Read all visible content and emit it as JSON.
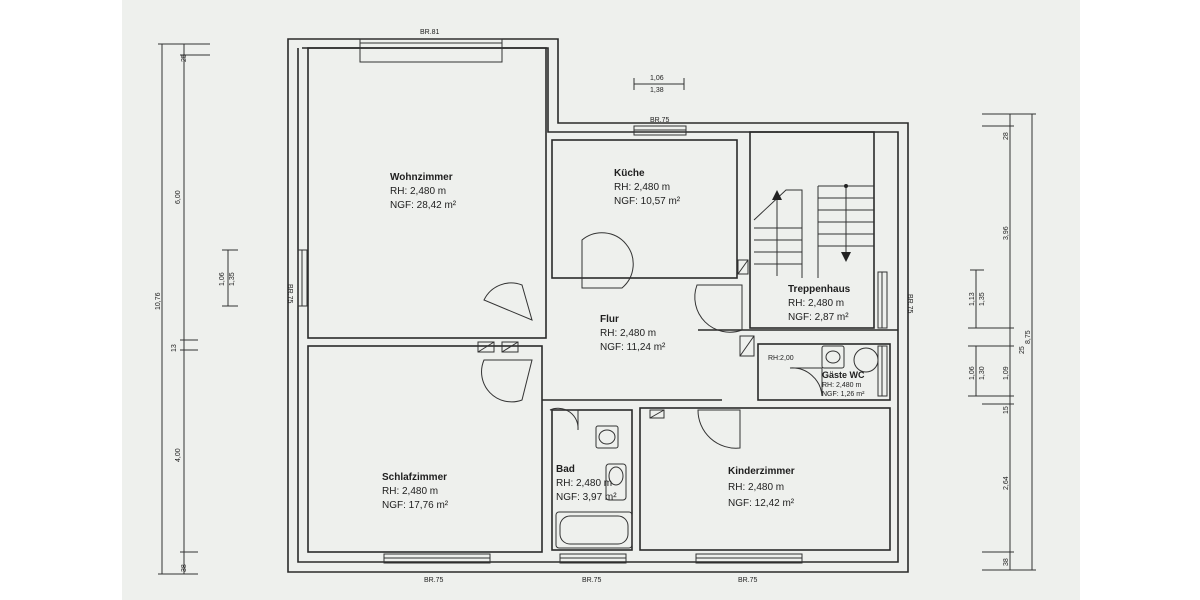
{
  "rooms": {
    "wohnzimmer": {
      "name": "Wohnzimmer",
      "rh": "RH:  2,480 m",
      "ngf": "NGF: 28,42 m²"
    },
    "kueche": {
      "name": "Küche",
      "rh": "RH:  2,480 m",
      "ngf": "NGF: 10,57 m²"
    },
    "treppenhaus": {
      "name": "Treppenhaus",
      "rh": "RH:  2,480 m",
      "ngf": "NGF:  2,87 m²"
    },
    "flur": {
      "name": "Flur",
      "rh": "RH:  2,480 m",
      "ngf": "NGF: 11,24 m²"
    },
    "gaeste_wc": {
      "name": "Gäste WC",
      "rh": "RH:  2,480 m",
      "ngf": "NGF:  1,26 m²",
      "rh_window": "RH:2,00"
    },
    "schlafzimmer": {
      "name": "Schlafzimmer",
      "rh": "RH:  2,480 m",
      "ngf": "NGF: 17,76 m²"
    },
    "bad": {
      "name": "Bad",
      "rh": "RH:  2,480 m",
      "ngf": "NGF: 3,97 m²"
    },
    "kinderzimmer": {
      "name": "Kinderzimmer",
      "rh": "RH:  2,480 m",
      "ngf": "NGF: 12,42 m²"
    }
  },
  "windows": {
    "top_wohnzimmer": "BR.81",
    "top_kueche": "BR.75",
    "left_wohnzimmer": "BR.75",
    "right_treppenhaus": "BR.75",
    "bottom_schlafzimmer": "BR.75",
    "bottom_bad": "BR.75",
    "bottom_kinderzimmer": "BR.75"
  },
  "dimensions": {
    "left_total": "10,76",
    "left_upper": "6,00",
    "left_lower": "4,00",
    "left_top_small": "25",
    "left_mid_small": "13",
    "left_bottom_small": "38",
    "left_window": "1,06",
    "left_window_2": "1,35",
    "top_window": "1,06",
    "top_window_2": "1,38",
    "right_total": "8,75",
    "right_upper": "3,96",
    "right_top_small": "28",
    "right_mid_1": "1,13",
    "right_mid_1b": "1,35",
    "right_mid_2": "25",
    "right_mid_3": "1,09",
    "right_mid_4": "1,06",
    "right_mid_4b": "1,30",
    "right_small_15": "15",
    "right_lower": "2,64",
    "right_bottom_small": "38"
  }
}
